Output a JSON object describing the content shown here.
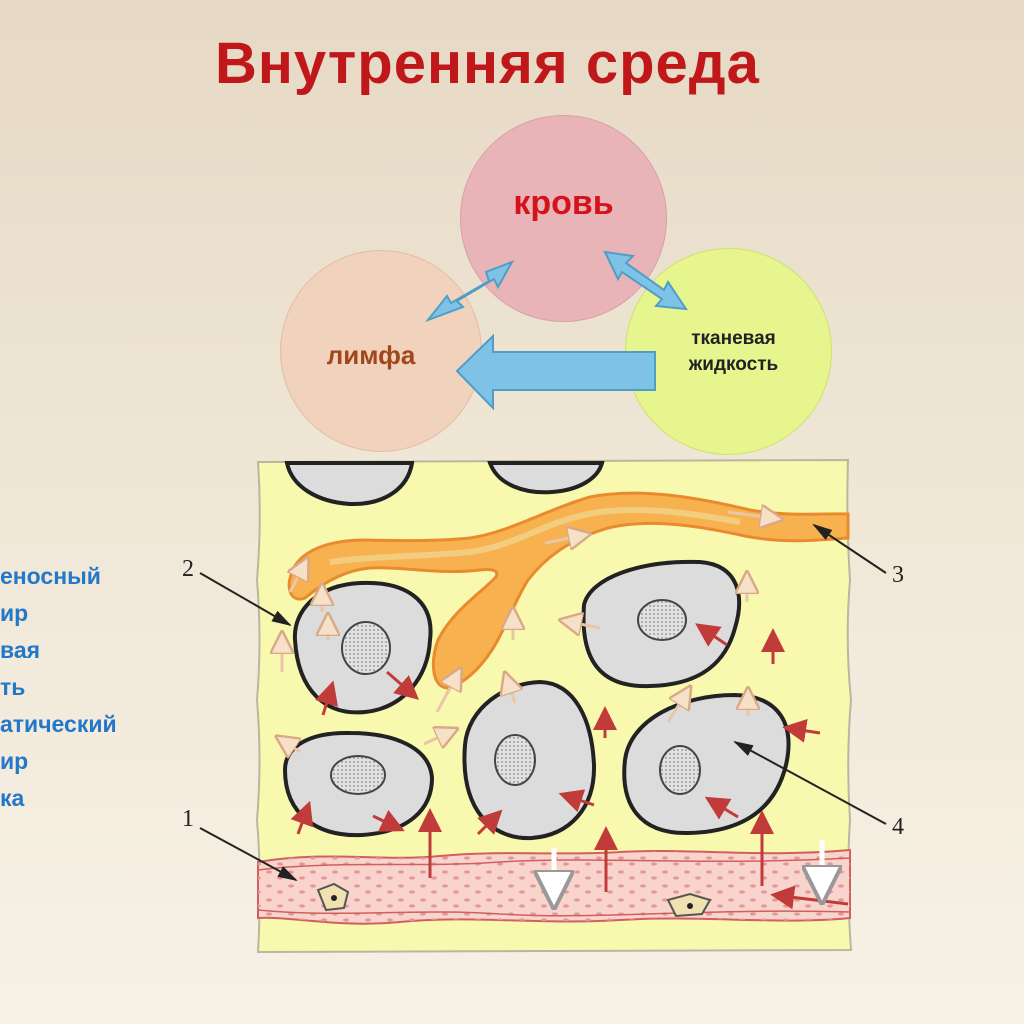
{
  "title": "Внутренняя среда",
  "circles": {
    "blood": "кровь",
    "lymph": "лимфа",
    "tissue_line1": "тканевая",
    "tissue_line2": "жидкость"
  },
  "legend": [
    "еносный",
    "ир",
    "вая",
    "ть",
    "атический",
    "ир",
    "ка"
  ],
  "callouts": {
    "n1": "1",
    "n2": "2",
    "n3": "3",
    "n4": "4"
  },
  "colors": {
    "title": "#c0181a",
    "blood": "#e8b4b8",
    "lymph": "#f0d2bd",
    "tissue": "#e6f58e",
    "arrows": "#7ec3e6",
    "legend_text": "#2378c9"
  }
}
